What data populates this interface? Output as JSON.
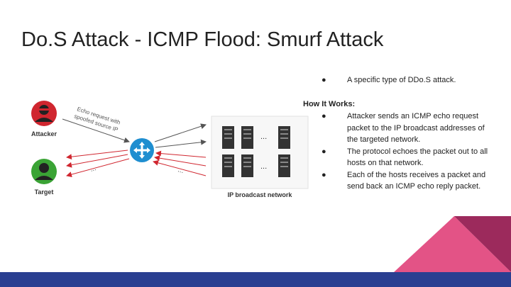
{
  "slide": {
    "title": "Do.S Attack - ICMP Flood: Smurf Attack",
    "bullet_top": "A specific type of DDo.S attack.",
    "how_title": "How It Works:",
    "how_items": [
      "Attacker sends an ICMP echo request packet to the IP broadcast addresses of the targeted network.",
      "The protocol echoes the packet out to all hosts on that network.",
      "Each of the hosts receives a packet and send back an ICMP echo reply packet."
    ],
    "bullet_glyph": "●"
  },
  "diagram": {
    "attacker_label": "Attacker",
    "target_label": "Target",
    "network_label": "IP broadcast network",
    "echo_label_line1": "Echo request with",
    "echo_label_line2": "spoofed source IP",
    "ellipsis": "...",
    "colors": {
      "attacker": "#d0262f",
      "target": "#3aa335",
      "router": "#1f8ed0",
      "arrow_red": "#d0262f",
      "arrow_gray": "#555555"
    }
  },
  "footer": {
    "bar_color": "#2a3f91",
    "accent_pink": "#e35386",
    "accent_dark": "#9c2a5c"
  }
}
